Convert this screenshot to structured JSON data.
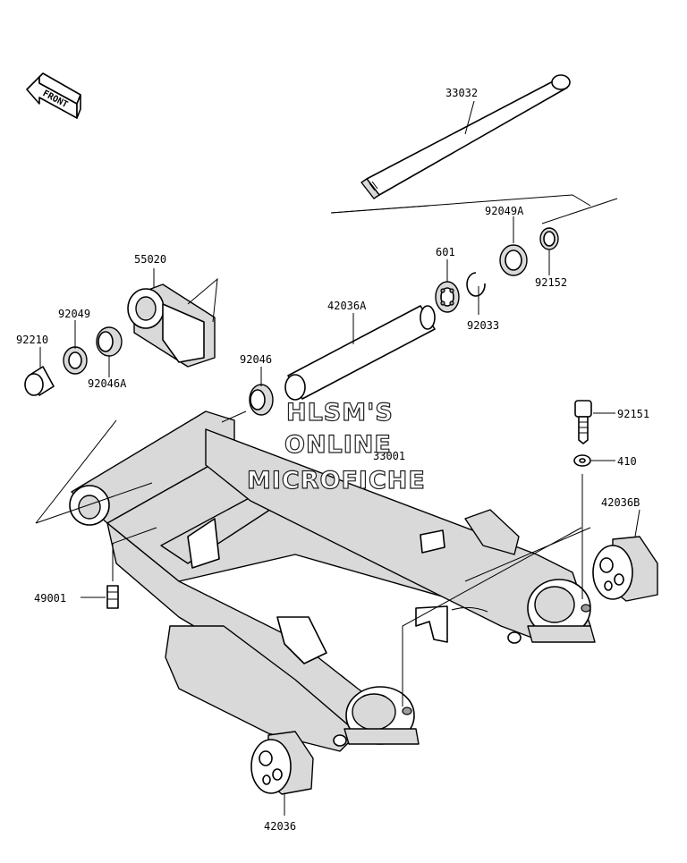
{
  "direction_label": "FRONT",
  "watermark": {
    "line1": "HLSM'S",
    "line2": "ONLINE",
    "line3": "MICROFICHE"
  },
  "part_labels": {
    "p33032": "33032",
    "p92049A": "92049A",
    "p601": "601",
    "p92152": "92152",
    "p92033": "92033",
    "p55020": "55020",
    "p42036A": "42036A",
    "p92049": "92049",
    "p92210": "92210",
    "p92046A": "92046A",
    "p92046": "92046",
    "p33001": "33001",
    "p92151": "92151",
    "p410": "410",
    "p42036B": "42036B",
    "p49001": "49001",
    "p42036": "42036"
  }
}
